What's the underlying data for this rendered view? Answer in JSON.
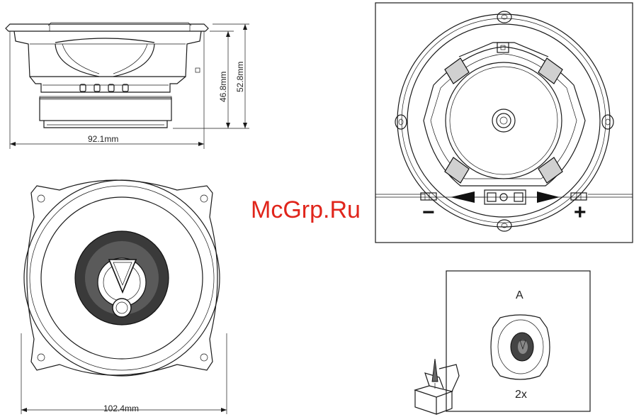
{
  "watermark": "McGrp.Ru",
  "side_view": {
    "width_label": "92.1mm",
    "depth_label": "46.8mm",
    "height_label": "52.8mm"
  },
  "front_view": {
    "diameter_label": "102.4mm"
  },
  "wiring_view": {
    "minus_label": "−",
    "plus_label": "+"
  },
  "package_view": {
    "item_label": "A",
    "quantity_label": "2x"
  }
}
